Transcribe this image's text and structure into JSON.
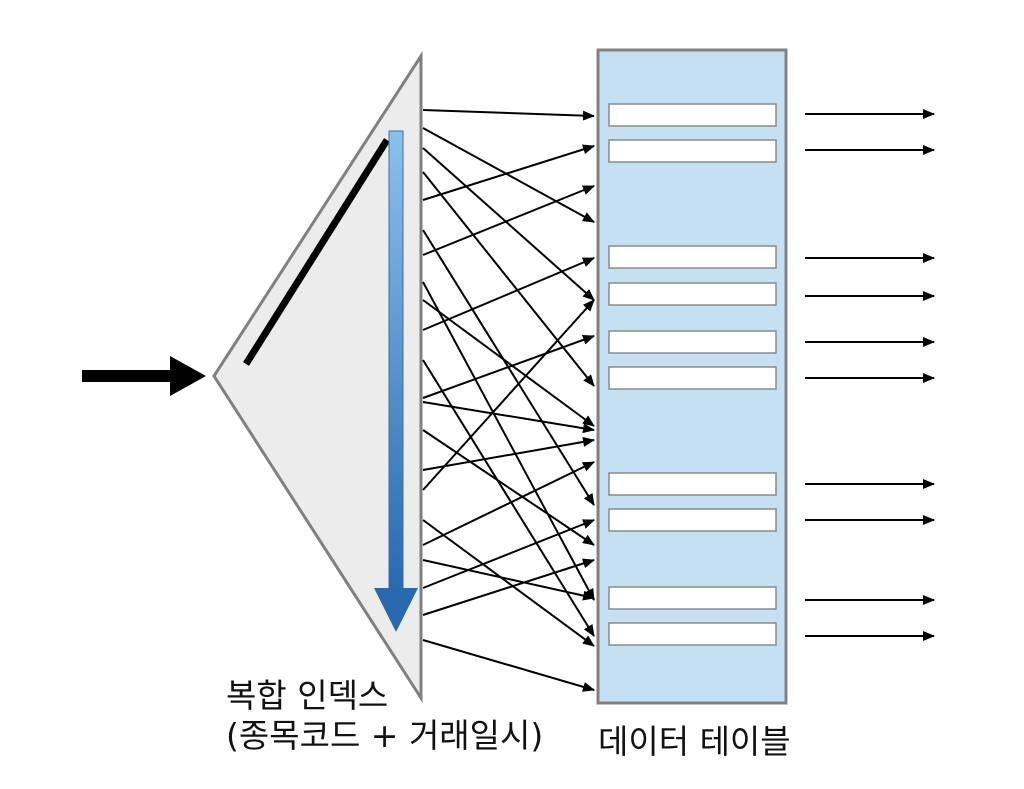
{
  "index": {
    "label_line1": "복합 인덱스",
    "label_line2": "(종목코드 + 거래일시)"
  },
  "table": {
    "label": "데이터 테이블"
  },
  "colors": {
    "index_fill": "#ececec",
    "index_stroke": "#808080",
    "table_fill": "#c5e0f3",
    "table_stroke": "#808080",
    "scan_arrow_top": "#7fb7e8",
    "scan_arrow_bottom": "#2a68ae",
    "arrow": "#000000"
  }
}
